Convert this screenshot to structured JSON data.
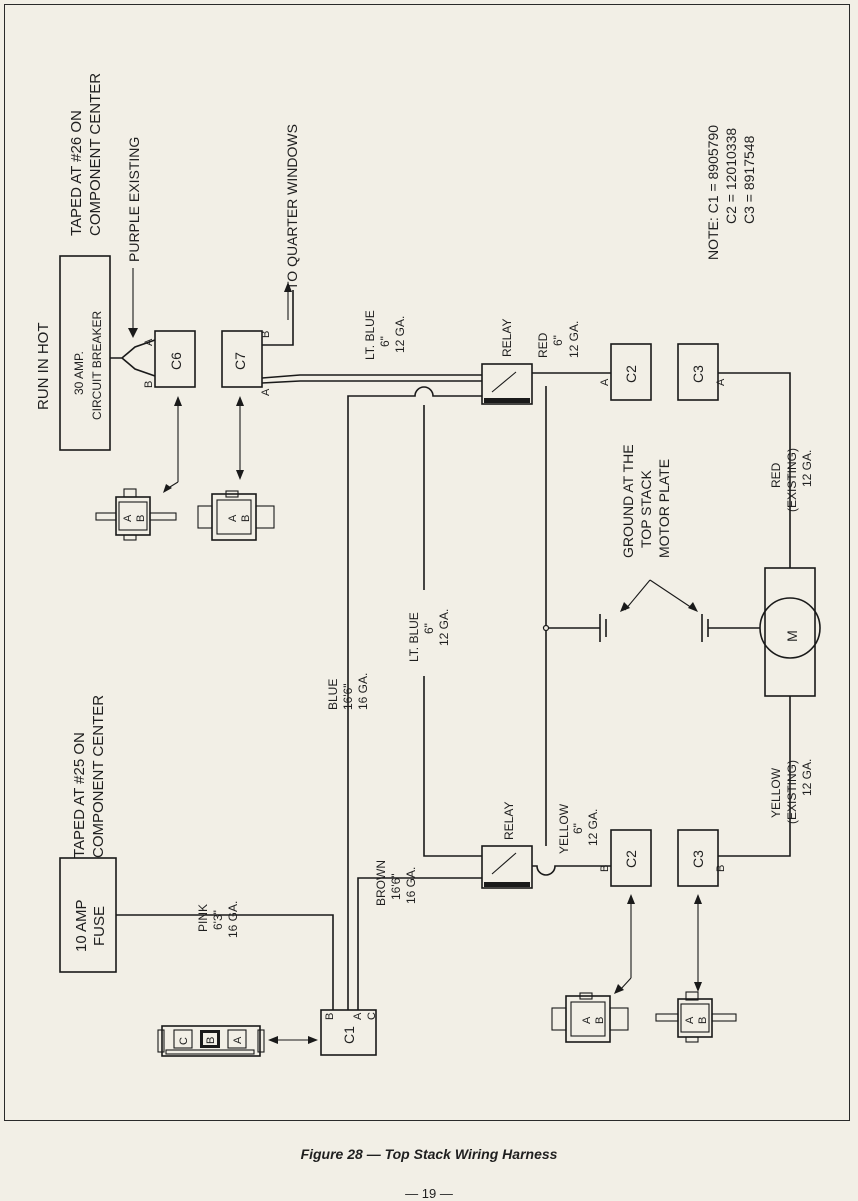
{
  "caption": "Figure 28 — Top Stack Wiring Harness",
  "page_number": "— 19 —",
  "labels": {
    "run_in_hot": "RUN IN HOT",
    "breaker_1": "30 AMP.",
    "breaker_2": "CIRCUIT BREAKER",
    "taped26_1": "TAPED AT #26 ON",
    "taped26_2": "COMPONENT CENTER",
    "purple": "PURPLE EXISTING",
    "quarter": "TO QUARTER WINDOWS",
    "taped25_1": "TAPED AT #25 ON",
    "taped25_2": "COMPONENT CENTER",
    "fuse_1": "10 AMP",
    "fuse_2": "FUSE",
    "note_1": "NOTE:  C1  =  8905790",
    "note_2": "C2  =  12010338",
    "note_3": "C3  =  8917548",
    "ground_1": "GROUND AT THE",
    "ground_2": "TOP STACK",
    "ground_3": "MOTOR PLATE",
    "relay_top": "RELAY",
    "relay_bottom": "RELAY",
    "motor": "M",
    "c1": "C1",
    "c2_top": "C2",
    "c2_bottom": "C2",
    "c3_top": "C3",
    "c3_bottom": "C3",
    "c6": "C6",
    "c7": "C7",
    "pin_a": "A",
    "pin_b": "B",
    "pin_c": "C"
  },
  "wires": {
    "lt_blue_top": [
      "LT. BLUE",
      "6\"",
      "12 GA."
    ],
    "red_relay": [
      "RED",
      "6\"",
      "12 GA."
    ],
    "red_existing": [
      "RED",
      "(EXISTING)",
      "12 GA."
    ],
    "lt_blue_mid": [
      "LT. BLUE",
      "6\"",
      "12 GA."
    ],
    "blue": [
      "BLUE",
      "16'6\"",
      "16 GA."
    ],
    "yellow_relay": [
      "YELLOW",
      "6\"",
      "12 GA."
    ],
    "yellow_existing": [
      "YELLOW",
      "(EXISTING)",
      "12 GA."
    ],
    "brown": [
      "BROWN",
      "16'6\"",
      "16 GA."
    ],
    "pink": [
      "PINK",
      "6'3\"",
      "16 GA."
    ]
  }
}
